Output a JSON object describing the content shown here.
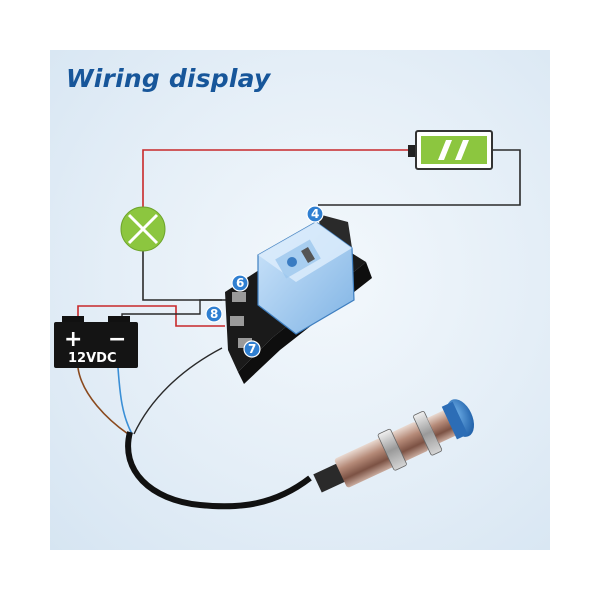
{
  "title": "Wiring display",
  "battery": {
    "label": "12VDC",
    "plus": "+",
    "minus": "−"
  },
  "relay_pins": [
    "4",
    "6",
    "8",
    "7"
  ],
  "colors": {
    "title": "#17569a",
    "wire_red": "#c8282a",
    "wire_black": "#2a2a2a",
    "wire_blue": "#3a8fd6",
    "wire_brown": "#8a4a1e",
    "lamp": "#8cc63f",
    "battery_fill": "#8cc63f",
    "pin_badge": "#2f7fd1"
  },
  "icons": [
    "lamp-icon",
    "charge-battery-icon",
    "dc-battery-icon",
    "relay-icon",
    "proximity-sensor-icon"
  ]
}
